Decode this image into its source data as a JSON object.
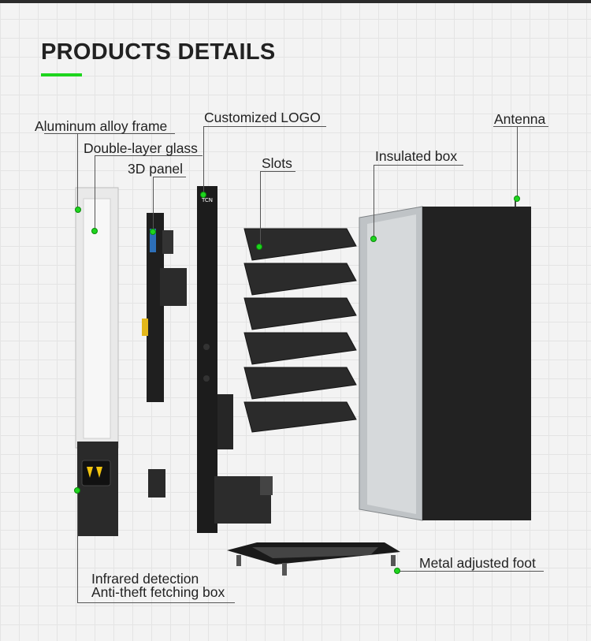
{
  "heading": {
    "title": "PRODUCTS DETAILS"
  },
  "labels": {
    "aluminum_frame": "Aluminum alloy frame",
    "double_glass": "Double-layer glass",
    "panel_3d": "3D panel",
    "custom_logo": "Customized LOGO",
    "slots": "Slots",
    "insulated_box": "Insulated box",
    "antenna": "Antenna",
    "metal_foot": "Metal adjusted foot",
    "infrared": "Infrared detection",
    "anti_theft": "Anti-theft fetching box"
  },
  "colors": {
    "accent": "#1ed51e",
    "dark": "#1e1e1e",
    "text": "#222222"
  },
  "logo_text": "TCN"
}
